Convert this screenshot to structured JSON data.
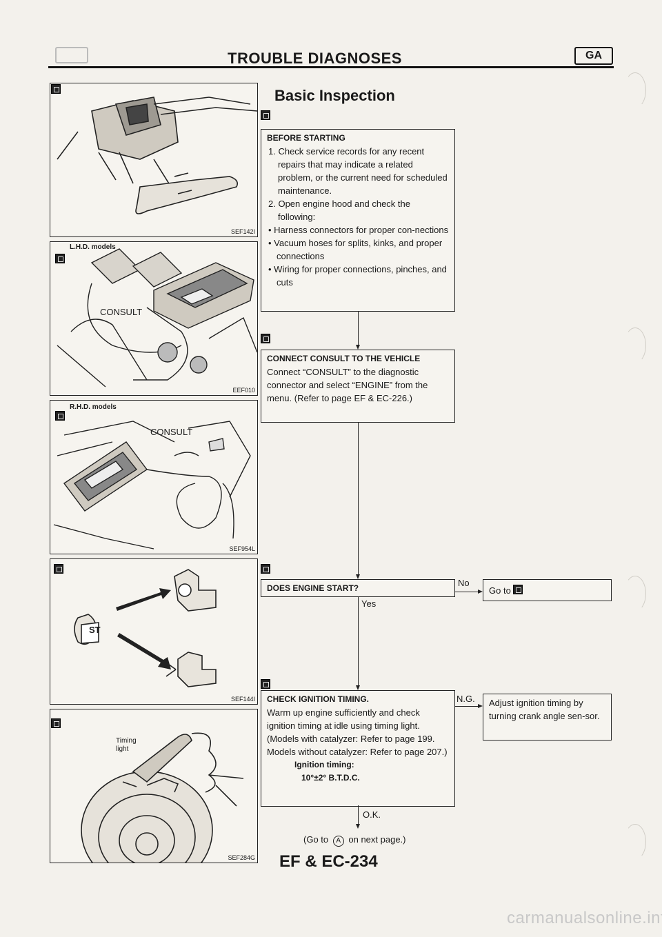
{
  "header": {
    "title": "TROUBLE DIAGNOSES",
    "section_tab": "GA"
  },
  "section_title": "Basic Inspection",
  "figures": [
    {
      "code": "SEF142I",
      "label": ""
    },
    {
      "code": "EEF010",
      "label": "L.H.D. models",
      "callout": "CONSULT"
    },
    {
      "code": "SEF954L",
      "label": "R.H.D. models",
      "callout": "CONSULT"
    },
    {
      "code": "SEF144I",
      "label": "",
      "key_text": "ST"
    },
    {
      "code": "SEF284G",
      "label": "",
      "callout": "Timing\nlight"
    }
  ],
  "flow": {
    "before": {
      "title": "BEFORE STARTING",
      "items": [
        "1. Check service records for any recent repairs that may indicate a related problem, or the current need for scheduled maintenance.",
        "2. Open engine hood and check the following:"
      ],
      "bullets": [
        "Harness connectors for proper con-nections",
        "Vacuum hoses for splits, kinks, and proper connections",
        "Wiring for proper connections, pinches, and cuts"
      ]
    },
    "connect": {
      "title": "CONNECT CONSULT TO THE VEHICLE",
      "body": "Connect “CONSULT” to the diagnostic connector and select “ENGINE” from the menu. (Refer to page EF & EC-226.)"
    },
    "start": {
      "title": "DOES ENGINE START?",
      "no_label": "No",
      "no_target": "Go to",
      "yes_label": "Yes"
    },
    "timing": {
      "title": "CHECK IGNITION TIMING.",
      "body": "Warm up engine sufficiently and check ignition timing at idle using timing light. (Models with catalyzer: Refer to page 199. Models without catalyzer: Refer to page 207.)",
      "spec_label": "Ignition timing:",
      "spec_value": "10°±2° B.T.D.C.",
      "ng_label": "N.G.",
      "ng_action": "Adjust ignition timing by turning crank angle sen-sor.",
      "ok_label": "O.K."
    },
    "next": {
      "prefix": "(Go to",
      "symbol": "A",
      "suffix": "on next page.)"
    }
  },
  "footer": "EF & EC-234",
  "watermark": "carmanualsonline.info"
}
